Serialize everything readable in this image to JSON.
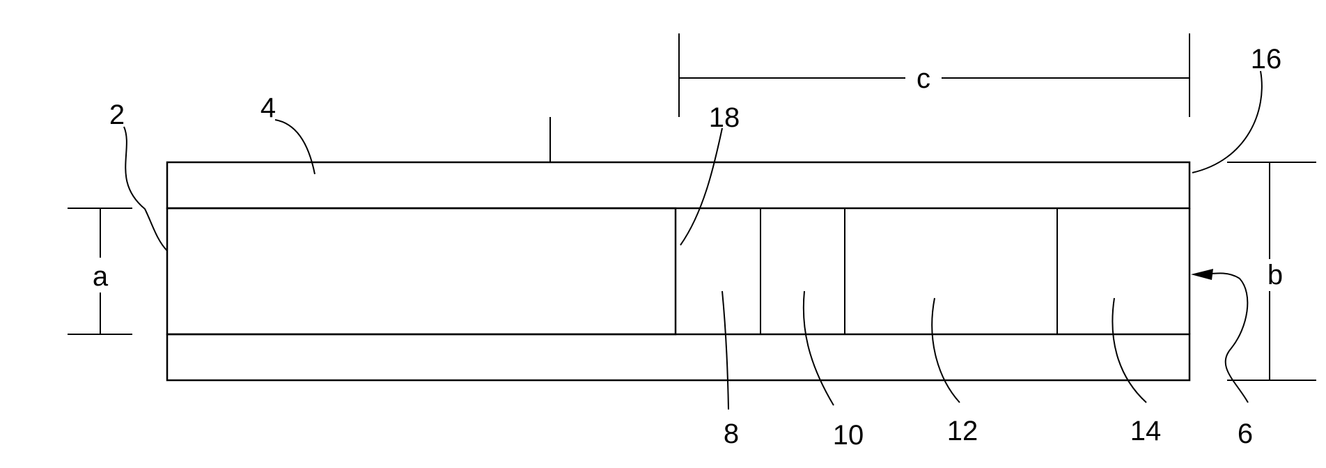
{
  "labels": {
    "a": "a",
    "b": "b",
    "c": "c",
    "n2": "2",
    "n4": "4",
    "n6": "6",
    "n8": "8",
    "n10": "10",
    "n12": "12",
    "n14": "14",
    "n16": "16",
    "n18": "18"
  }
}
